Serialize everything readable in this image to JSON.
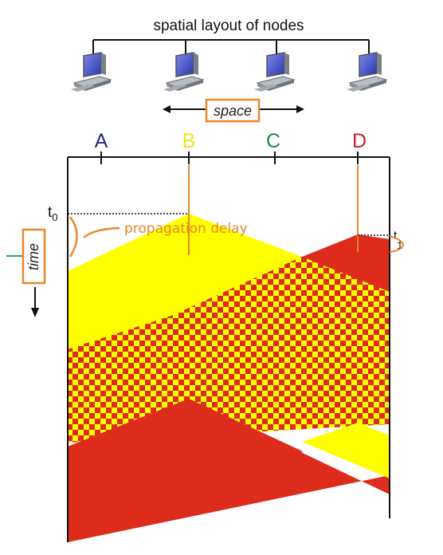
{
  "title": "spatial layout of nodes",
  "space_label": "space",
  "time_label": "time",
  "propagation_label": "propagation delay",
  "nodes": [
    {
      "name": "A",
      "color": "#2a2a7a"
    },
    {
      "name": "B",
      "color": "#f2e11c"
    },
    {
      "name": "C",
      "color": "#1f8a4d"
    },
    {
      "name": "D",
      "color": "#c8202a"
    }
  ],
  "t0": {
    "base": "t",
    "sub": "0"
  },
  "t1": {
    "base": "t",
    "sub": "1"
  },
  "colors": {
    "yellow": "#ffff00",
    "red": "#dd2b1c",
    "orange": "#e8872a",
    "line": "#111111",
    "computer": "#9aa0a8",
    "screen": "#4450c8"
  }
}
